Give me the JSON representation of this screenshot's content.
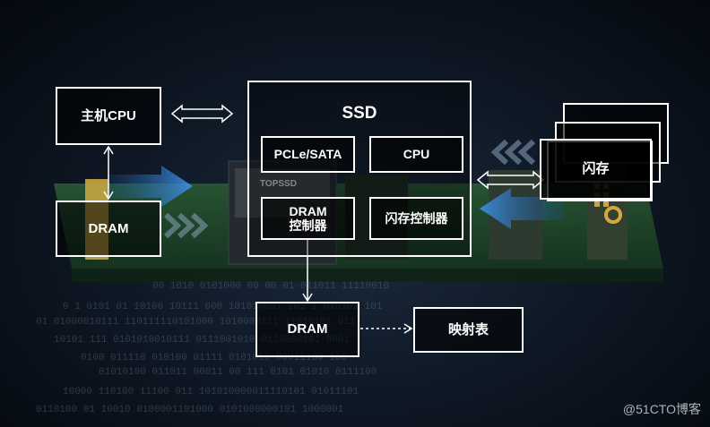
{
  "nodes": {
    "host_cpu": "主机CPU",
    "dram_left": "DRAM",
    "ssd": "SSD",
    "pcie_sata": "PCLe/SATA",
    "ssd_cpu": "CPU",
    "dram_controller_line1": "DRAM",
    "dram_controller_line2": "控制器",
    "flash_controller": "闪存控制器",
    "flash": "闪存",
    "dram_bottom": "DRAM",
    "mapping_table": "映射表"
  },
  "board_label": "TOPSSD",
  "watermark": "@51CTO博客",
  "colors": {
    "box_border": "#ffffff",
    "background": "#0d1622",
    "arrow_blue": "#2f7fd1",
    "pcb_green": "#1f4a2a"
  }
}
